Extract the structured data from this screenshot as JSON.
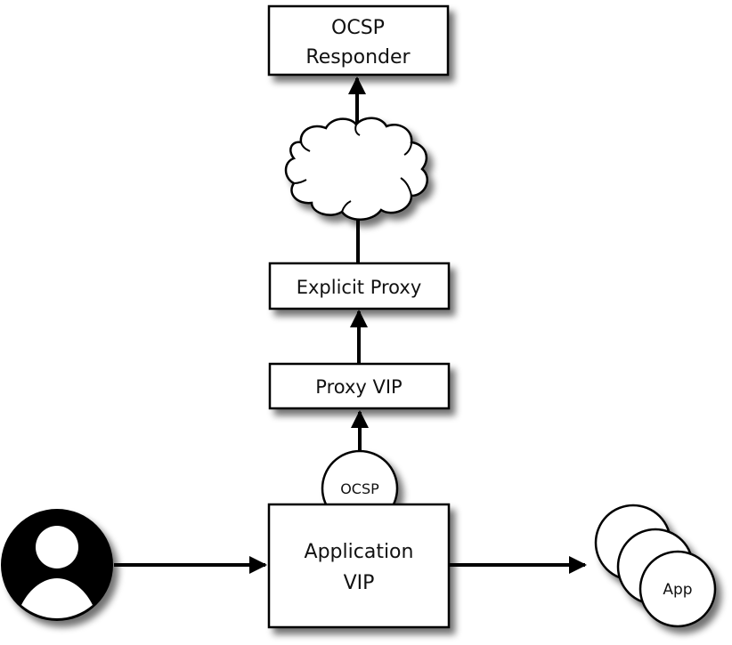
{
  "diagram": {
    "nodes": {
      "ocsp_responder": {
        "line1": "OCSP",
        "line2": "Responder"
      },
      "internet": {
        "icon": "cloud-icon"
      },
      "explicit_proxy": {
        "label": "Explicit Proxy"
      },
      "proxy_vip": {
        "label": "Proxy VIP"
      },
      "ocsp_profile": {
        "label": "OCSP"
      },
      "application_vip": {
        "line1": "Application",
        "line2": "VIP"
      },
      "user": {
        "icon": "user-icon"
      },
      "app_pool": {
        "label": "App",
        "count": 3
      }
    },
    "edges": [
      {
        "from": "user",
        "to": "application_vip"
      },
      {
        "from": "application_vip",
        "to": "app_pool"
      },
      {
        "from": "ocsp_profile",
        "to": "proxy_vip"
      },
      {
        "from": "proxy_vip",
        "to": "explicit_proxy"
      },
      {
        "from": "explicit_proxy",
        "to": "internet"
      },
      {
        "from": "internet",
        "to": "ocsp_responder"
      }
    ],
    "colors": {
      "stroke": "#000000",
      "fill": "#ffffff",
      "shadow": "#7a7a7a"
    }
  }
}
